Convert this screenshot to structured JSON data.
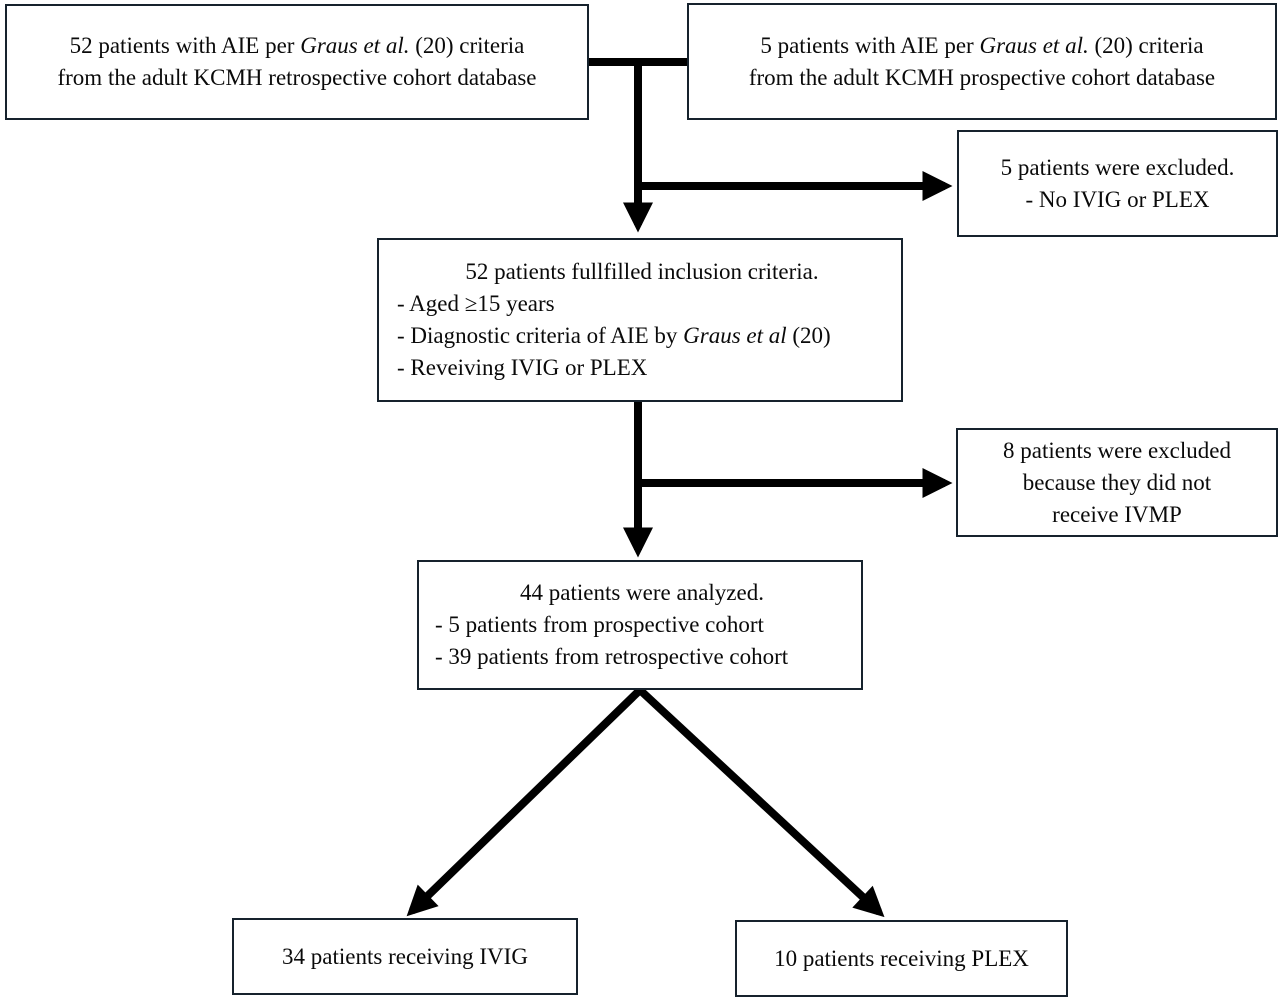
{
  "colors": {
    "box_border": "#16222d",
    "connector": "#000000",
    "background": "#ffffff",
    "text": "#0a0a0a"
  },
  "flowchart": {
    "top_left": {
      "line1_pre": "52 patients with AIE per ",
      "line1_cite": "Graus et al.",
      "line1_post": " (20) criteria",
      "line2": "from the adult KCMH retrospective cohort database"
    },
    "top_right": {
      "line1_pre": "5 patients with AIE per ",
      "line1_cite": "Graus et al.",
      "line1_post": " (20) criteria",
      "line2": "from the adult KCMH prospective cohort database"
    },
    "excluded1": {
      "line1": "5 patients were excluded.",
      "line2": "- No IVIG or PLEX"
    },
    "inclusion": {
      "title": "52 patients fullfilled inclusion criteria.",
      "bullet1": "- Aged ≥15 years",
      "bullet2_pre": "- Diagnostic criteria of AIE by ",
      "bullet2_cite": "Graus et al",
      "bullet2_post": " (20)",
      "bullet3": "- Reveiving IVIG or PLEX"
    },
    "excluded2": {
      "line1": "8 patients were excluded",
      "line2": "because they did not",
      "line3": "receive IVMP"
    },
    "analyzed": {
      "title": "44 patients were analyzed.",
      "bullet1": "- 5 patients from prospective cohort",
      "bullet2": "- 39 patients from retrospective cohort"
    },
    "ivig": {
      "label": "34 patients receiving IVIG"
    },
    "plex": {
      "label": "10 patients receiving PLEX"
    }
  }
}
